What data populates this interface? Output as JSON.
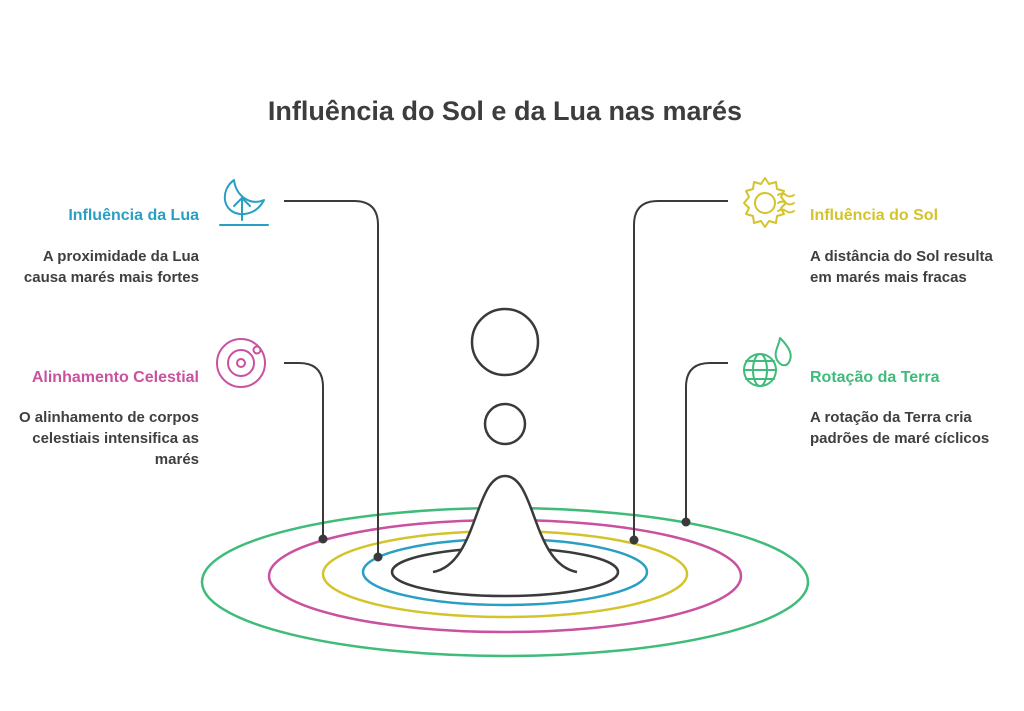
{
  "title": "Influência do Sol e da Lua nas marés",
  "colors": {
    "moon": "#2a9fc4",
    "sun": "#d4c42a",
    "alignment": "#c9519f",
    "earth": "#3fbb7a",
    "dark": "#3a3a3a"
  },
  "factors": {
    "moon": {
      "title": "Influência da Lua",
      "description": "A proximidade da Lua causa marés mais fortes",
      "icon": "moon-arrow-icon"
    },
    "alignment": {
      "title": "Alinhamento Celestial",
      "description": "O alinhamento de corpos celestiais intensifica as marés",
      "icon": "orbit-icon"
    },
    "sun": {
      "title": "Influência do Sol",
      "description": "A distância do Sol resulta em marés mais fracas",
      "icon": "sun-heat-icon"
    },
    "earth": {
      "title": "Rotação da Terra",
      "description": "A rotação da Terra cria padrões de maré cíclicos",
      "icon": "globe-flame-icon"
    }
  }
}
